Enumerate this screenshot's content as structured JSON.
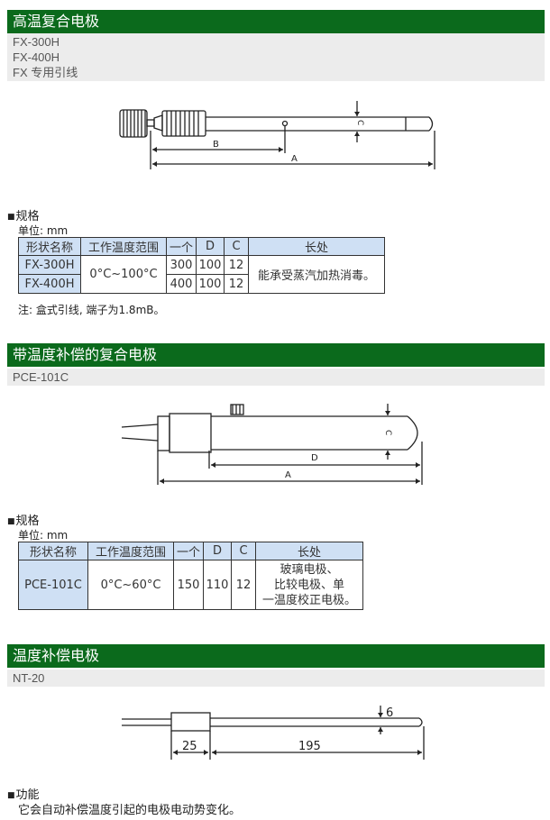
{
  "sections": [
    {
      "title": "高温复合电极",
      "models": [
        "FX-300H",
        "FX-400H",
        "FX 专用引线"
      ],
      "spec_title": "规格",
      "unit": "单位: mm",
      "headers": [
        "形状名称",
        "工作温度范围",
        "一个",
        "D",
        "C",
        "长处"
      ],
      "rows": [
        {
          "name": "FX-300H",
          "range": "0°C~100°C",
          "a": "300",
          "d": "100",
          "c": "12"
        },
        {
          "name": "FX-400H",
          "a": "400",
          "d": "100",
          "c": "12"
        }
      ],
      "strength": "能承受蒸汽加热消毒。",
      "note": "注: 盒式引线, 端子为1.8mB。",
      "diagram_labels": {
        "b": "B",
        "a": "A",
        "c": "C"
      }
    },
    {
      "title": "带温度补偿的复合电极",
      "models": [
        "PCE-101C"
      ],
      "spec_title": "规格",
      "unit": "单位: mm",
      "headers": [
        "形状名称",
        "工作温度范围",
        "一个",
        "D",
        "C",
        "长处"
      ],
      "rows": [
        {
          "name": "PCE-101C",
          "range": "0°C~60°C",
          "a": "150",
          "d": "110",
          "c": "12"
        }
      ],
      "strength_lines": [
        "玻璃电极、",
        "比较电极、单",
        "一温度校正电极。"
      ],
      "diagram_labels": {
        "d": "D",
        "a": "A",
        "c": "C"
      }
    },
    {
      "title": "温度补偿电极",
      "models": [
        "NT-20"
      ],
      "diagram_labels": {
        "len1": "25",
        "len2": "195",
        "dia": "6"
      },
      "func_title": "功能",
      "func_text": "它会自动补偿温度引起的电极电动势变化。"
    }
  ]
}
